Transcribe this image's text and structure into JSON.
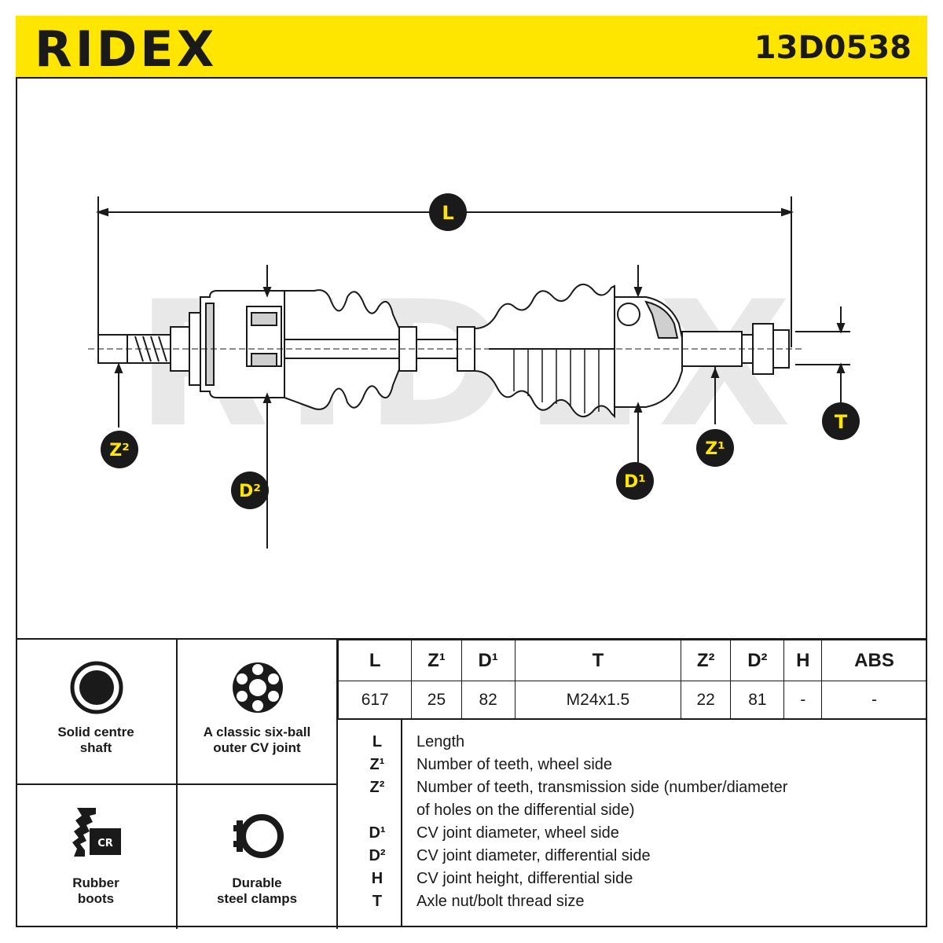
{
  "header": {
    "brand": "RIDEX",
    "part_number": "13D0538",
    "colors": {
      "accent": "#ffe600",
      "ink": "#1a1a1a",
      "watermark": "#e6e6e6"
    }
  },
  "drawing": {
    "watermark_text": "RIDEX",
    "markers": {
      "L": "L",
      "Z1": "Z¹",
      "Z2": "Z²",
      "D1": "D¹",
      "D2": "D²",
      "T": "T"
    }
  },
  "features": [
    {
      "icon": "solid-shaft-icon",
      "label_line1": "Solid centre",
      "label_line2": "shaft"
    },
    {
      "icon": "six-ball-joint-icon",
      "label_line1": "A classic six-ball",
      "label_line2": "outer CV joint"
    },
    {
      "icon": "rubber-boot-cr-icon",
      "icon_text": "CR",
      "label_line1": "Rubber",
      "label_line2": "boots"
    },
    {
      "icon": "steel-clamp-icon",
      "label_line1": "Durable",
      "label_line2": "steel clamps"
    }
  ],
  "spec_table": {
    "headers": [
      "L",
      "Z¹",
      "D¹",
      "T",
      "Z²",
      "D²",
      "H",
      "ABS"
    ],
    "values": [
      "617",
      "25",
      "82",
      "M24x1.5",
      "22",
      "81",
      "-",
      "-"
    ]
  },
  "legend": [
    {
      "key": "L",
      "text": "Length"
    },
    {
      "key": "Z¹",
      "text": "Number of teeth, wheel side"
    },
    {
      "key": "Z²",
      "text": "Number of teeth, transmission side (number/diameter"
    },
    {
      "key": "",
      "text": "of holes on the differential side)"
    },
    {
      "key": "D¹",
      "text": "CV joint diameter, wheel side"
    },
    {
      "key": "D²",
      "text": "CV joint diameter, differential side"
    },
    {
      "key": "H",
      "text": "CV joint height, differential side"
    },
    {
      "key": "T",
      "text": "Axle nut/bolt thread size"
    }
  ]
}
